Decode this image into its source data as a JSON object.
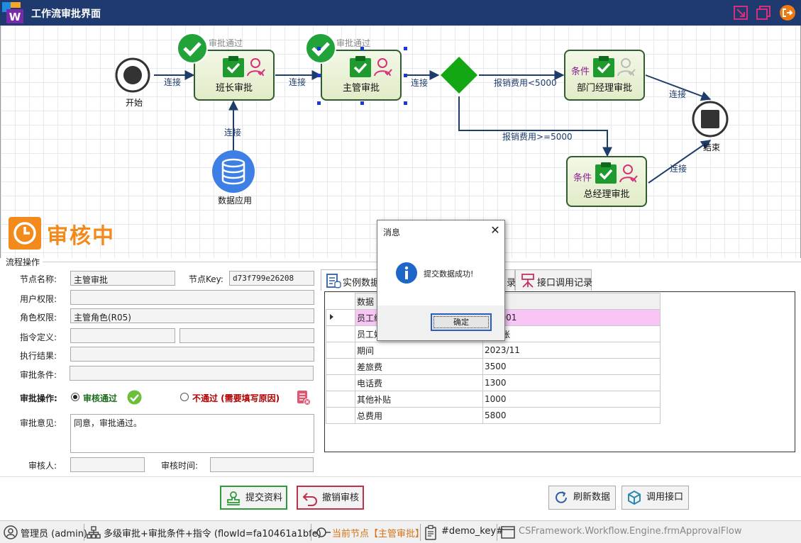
{
  "window": {
    "title": "工作流审批界面"
  },
  "flow": {
    "start_label": "开始",
    "end_label": "结束",
    "data_app_label": "数据应用",
    "nodes": {
      "banzhang": {
        "label": "班长审批",
        "status": "审批通过"
      },
      "zhuguan": {
        "label": "主管审批",
        "status": "审批通过"
      },
      "bumen": {
        "label": "部门经理审批",
        "condition": "条件"
      },
      "zongjingli": {
        "label": "总经理审批",
        "condition": "条件"
      }
    },
    "edges": {
      "e1": "连接",
      "e2": "连接",
      "e3": "连接",
      "e4": "连接",
      "e5": "连接",
      "e6": "连接",
      "cond_lt": "报销费用<5000",
      "cond_ge": "报销费用>=5000"
    },
    "colors": {
      "node_border": "#305c2f",
      "gateway": "#13a813",
      "check": "#22a33a",
      "edge": "#1f3d6b"
    }
  },
  "audit_status": {
    "text": "审核中",
    "color": "#f28a1c"
  },
  "process": {
    "section_title": "流程操作",
    "node_name_label": "节点名称:",
    "node_name_value": "主管审批",
    "node_key_label": "节点Key:",
    "node_key_value": "d73f799e26208",
    "user_perm_label": "用户权限:",
    "user_perm_value": "",
    "role_perm_label": "角色权限:",
    "role_perm_value": "主管角色(R05)",
    "command_label": "指令定义:",
    "command_value1": "",
    "command_value2": "",
    "exec_result_label": "执行结果:",
    "exec_result_value": "",
    "condition_label": "审批条件:",
    "condition_value": "",
    "op_label": "审批操作:",
    "approve_label": "审核通过",
    "reject_label": "不通过 (需要填写原因)",
    "opinion_label": "审批意见:",
    "opinion_value": "同意，审批通过。",
    "auditor_label": "审核人:",
    "auditor_value": "",
    "audit_time_label": "审核时间:",
    "audit_time_value": ""
  },
  "tabs": [
    {
      "label": "实例数据"
    },
    {
      "label": "录"
    },
    {
      "label": "接口调用记录"
    }
  ],
  "grid": {
    "header": [
      "数据",
      ""
    ],
    "rows": [
      [
        "员工编",
        "EST001"
      ],
      [
        "员工姓",
        "员小张"
      ],
      [
        "期间",
        "2023/11"
      ],
      [
        "差旅费",
        "3500"
      ],
      [
        "电话费",
        "1300"
      ],
      [
        "其他补贴",
        "1000"
      ],
      [
        "总费用",
        "5800"
      ]
    ]
  },
  "buttons": {
    "submit": "提交资料",
    "revoke": "撤销审核",
    "refresh": "刷新数据",
    "call_api": "调用接口"
  },
  "dialog": {
    "title": "消息",
    "message": "提交数据成功!",
    "ok": "确定"
  },
  "statusbar": {
    "user": "管理员 (admin)",
    "flow": "多级审批+审批条件+指令 (flowId=fa10461a1bfe)",
    "current_node": "当前节点【主管审批】",
    "demo_key": "#demo_key#",
    "form": "CSFramework.Workflow.Engine.frmApprovalFlow"
  }
}
